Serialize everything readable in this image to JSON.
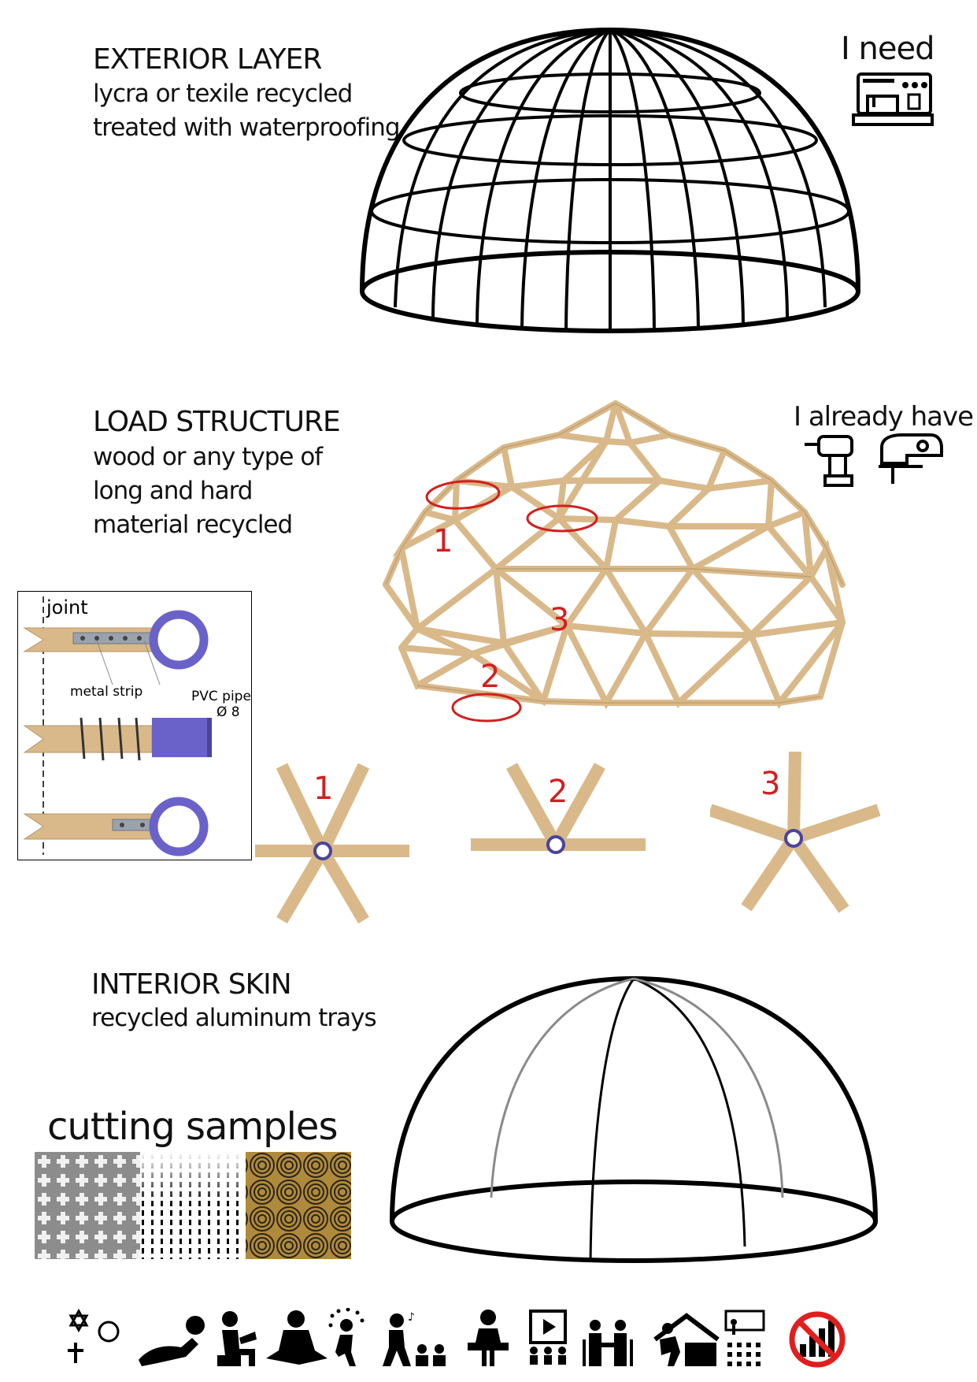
{
  "exterior": {
    "title": "EXTERIOR LAYER",
    "lines": [
      "lycra or texile recycled",
      "treated with waterproofing"
    ]
  },
  "need": {
    "label": "I need",
    "icon": "sewing-machine-icon"
  },
  "load": {
    "title": "LOAD STRUCTURE",
    "lines": [
      "wood or any type of",
      "long and hard",
      "material recycled"
    ]
  },
  "have": {
    "label": "I already have",
    "icons": [
      "drill-icon",
      "jigsaw-icon"
    ]
  },
  "joint": {
    "title": "joint",
    "metal_strip": "metal strip",
    "pvc": "PVC pipe",
    "pvc_size": "Ø 8"
  },
  "markers": {
    "one": "1",
    "two": "2",
    "three": "3"
  },
  "interior": {
    "title": "INTERIOR SKIN",
    "line": "recycled aluminum trays"
  },
  "samples": {
    "title": "cutting samples"
  },
  "activities": [
    "religions-icon",
    "lying-reading-icon",
    "sitting-reading-icon",
    "meditation-icon",
    "dance-icon",
    "singing-audience-icon",
    "dj-icon",
    "cinema-icon",
    "table-meeting-icon",
    "shelter-icon",
    "lecture-icon",
    "no-internet-icon"
  ],
  "colors": {
    "ink": "#000000",
    "wood": "#d9b98a",
    "wood_dark": "#b89565",
    "pvc": "#6a62c9",
    "marker": "#d21f1f",
    "gold": "#b08a3c"
  }
}
